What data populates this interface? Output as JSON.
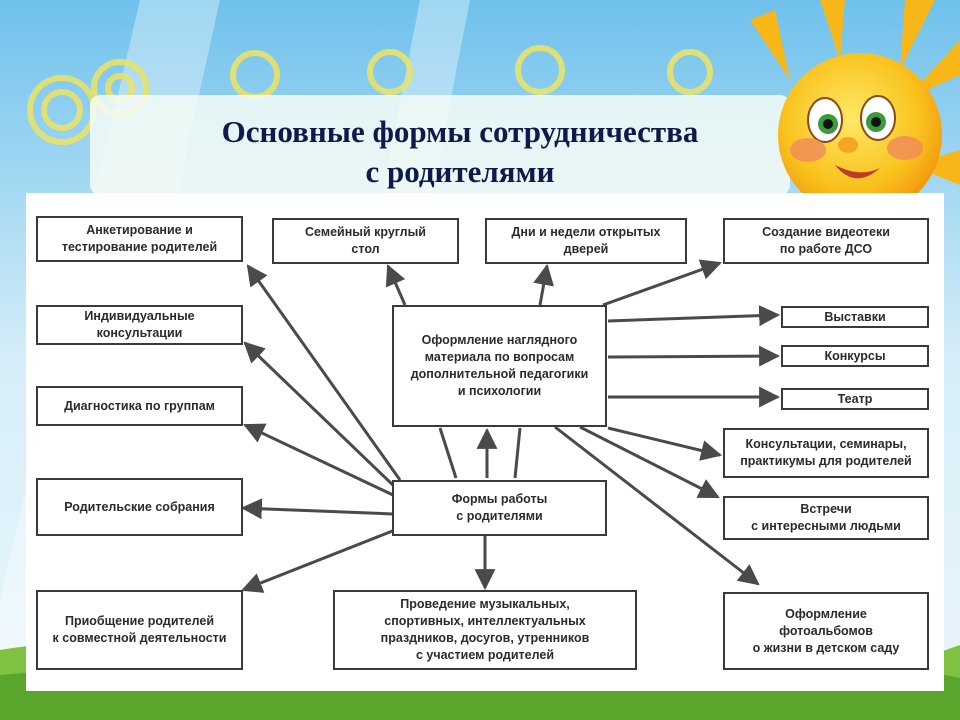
{
  "slide": {
    "title_line1": "Основные формы сотрудничества",
    "title_line2": "с родителями"
  },
  "diagram": {
    "hub_material": "Оформление наглядного\nматериала по вопросам\nдополнительной педагогики\nи психологии",
    "hub_forms": "Формы работы\nс родителями",
    "nodes": {
      "survey": "Анкетирование и\nтестирование родителей",
      "round_table": "Семейный круглый\nстол",
      "open_days": "Дни и недели открытых\nдверей",
      "video_library": "Создание видеотеки\nпо работе ДСО",
      "consultations_individual": "Индивидуальные\nконсультации",
      "exhibitions": "Выставки",
      "contests": "Конкурсы",
      "theatre": "Театр",
      "diagnostics": "Диагностика по группам",
      "seminars": "Консультации, семинары,\nпрактикумы для родителей",
      "meetings": "Родительские собрания",
      "guests": "Встречи\nс интересными людьми",
      "joint_activity": "Приобщение родителей\nк совместной деятельности",
      "holidays": "Проведение музыкальных,\nспортивных, интеллектуальных\nпраздников, досугов, утренников\nс участием родителей",
      "photo_albums": "Оформление\nфотоальбомов\nо жизни в детском саду"
    }
  },
  "colors": {
    "sky": "#bfe3f5",
    "grass": "#7fc242",
    "sun": "#f7b718",
    "title": "#0e1a4a",
    "line": "#4a4a4a"
  }
}
